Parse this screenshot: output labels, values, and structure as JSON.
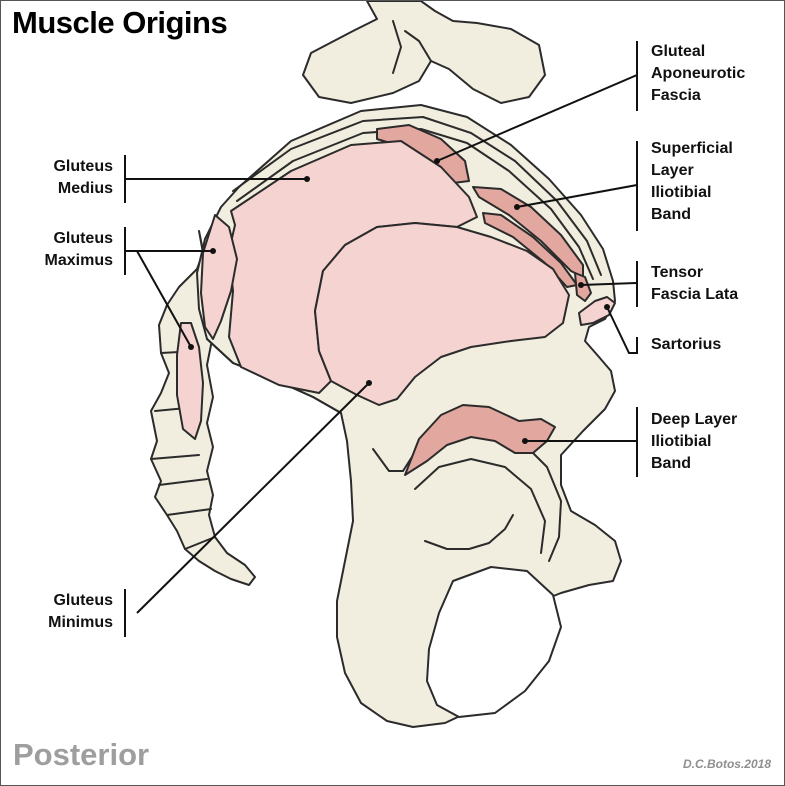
{
  "title": "Muscle Origins",
  "view_label": "Posterior",
  "credit": "D.C.Botos.2018",
  "colors": {
    "bone_fill": "#f1eedf",
    "bone_outline": "#2b2b2b",
    "muscle_fill": "#f4d3d0",
    "muscle_dark_fill": "#e2a79f",
    "frame": "#555555"
  },
  "labels": {
    "gluteal_aponeurotic_fascia": [
      "Gluteal",
      "Aponeurotic",
      "Fascia"
    ],
    "superficial_layer_iliotibial_band": [
      "Superficial",
      "Layer",
      "Iliotibial",
      "Band"
    ],
    "tensor_fascia_lata": [
      "Tensor",
      "Fascia Lata"
    ],
    "sartorius": [
      "Sartorius"
    ],
    "deep_layer_iliotibial_band": [
      "Deep Layer",
      "Iliotibial",
      "Band"
    ],
    "gluteus_medius": [
      "Gluteus",
      "Medius"
    ],
    "gluteus_maximus": [
      "Gluteus",
      "Maximus"
    ],
    "gluteus_minimus": [
      "Gluteus",
      "Minimus"
    ]
  }
}
